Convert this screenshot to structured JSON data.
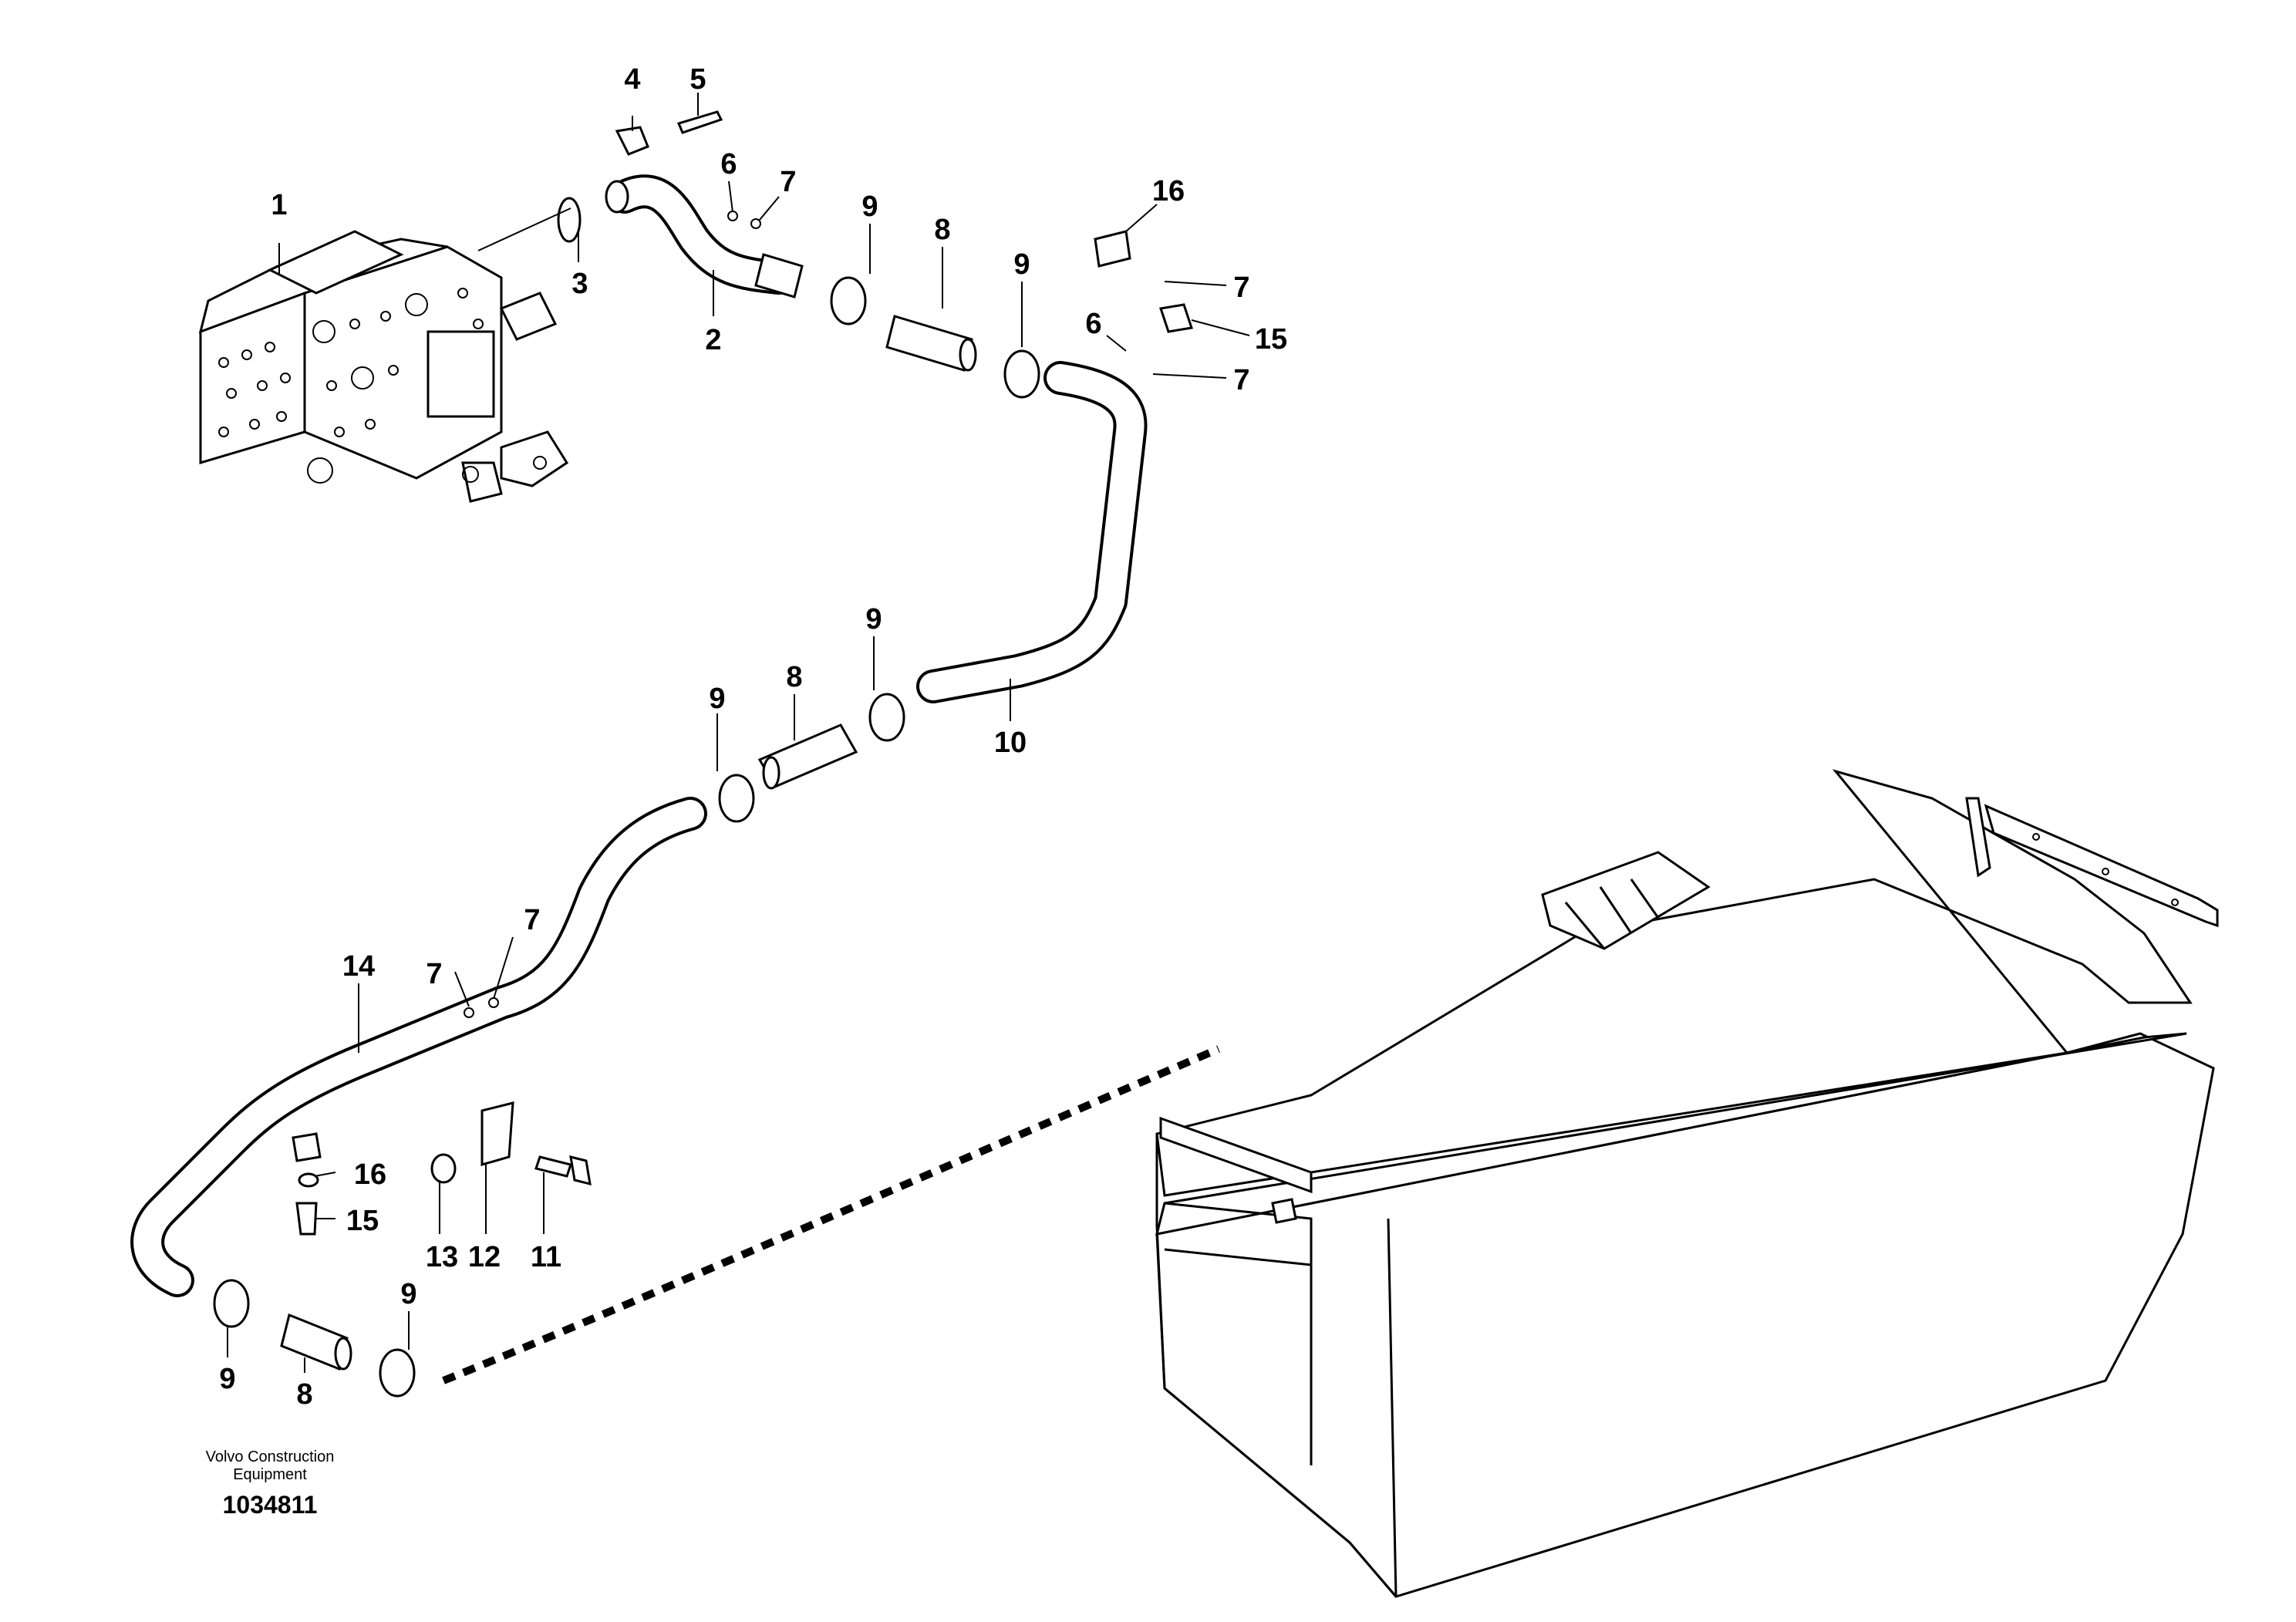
{
  "callouts": {
    "c1": "1",
    "c2": "2",
    "c3": "3",
    "c4": "4",
    "c5": "5",
    "c6a": "6",
    "c7a": "7",
    "c9a": "9",
    "c8a": "8",
    "c9b": "9",
    "c16a": "16",
    "c7b": "7",
    "c6b": "6",
    "c15a": "15",
    "c7c": "7",
    "c9c": "9",
    "c9d": "9",
    "c8b": "8",
    "c10": "10",
    "c7d": "7",
    "c7e": "7",
    "c14": "14",
    "c16b": "16",
    "c15b": "15",
    "c13": "13",
    "c12": "12",
    "c11": "11",
    "c9e": "9",
    "c8c": "8",
    "c9f": "9"
  },
  "footer": {
    "brand_line1": "Volvo Construction",
    "brand_line2": "Equipment",
    "drawing_number": "1034811"
  }
}
